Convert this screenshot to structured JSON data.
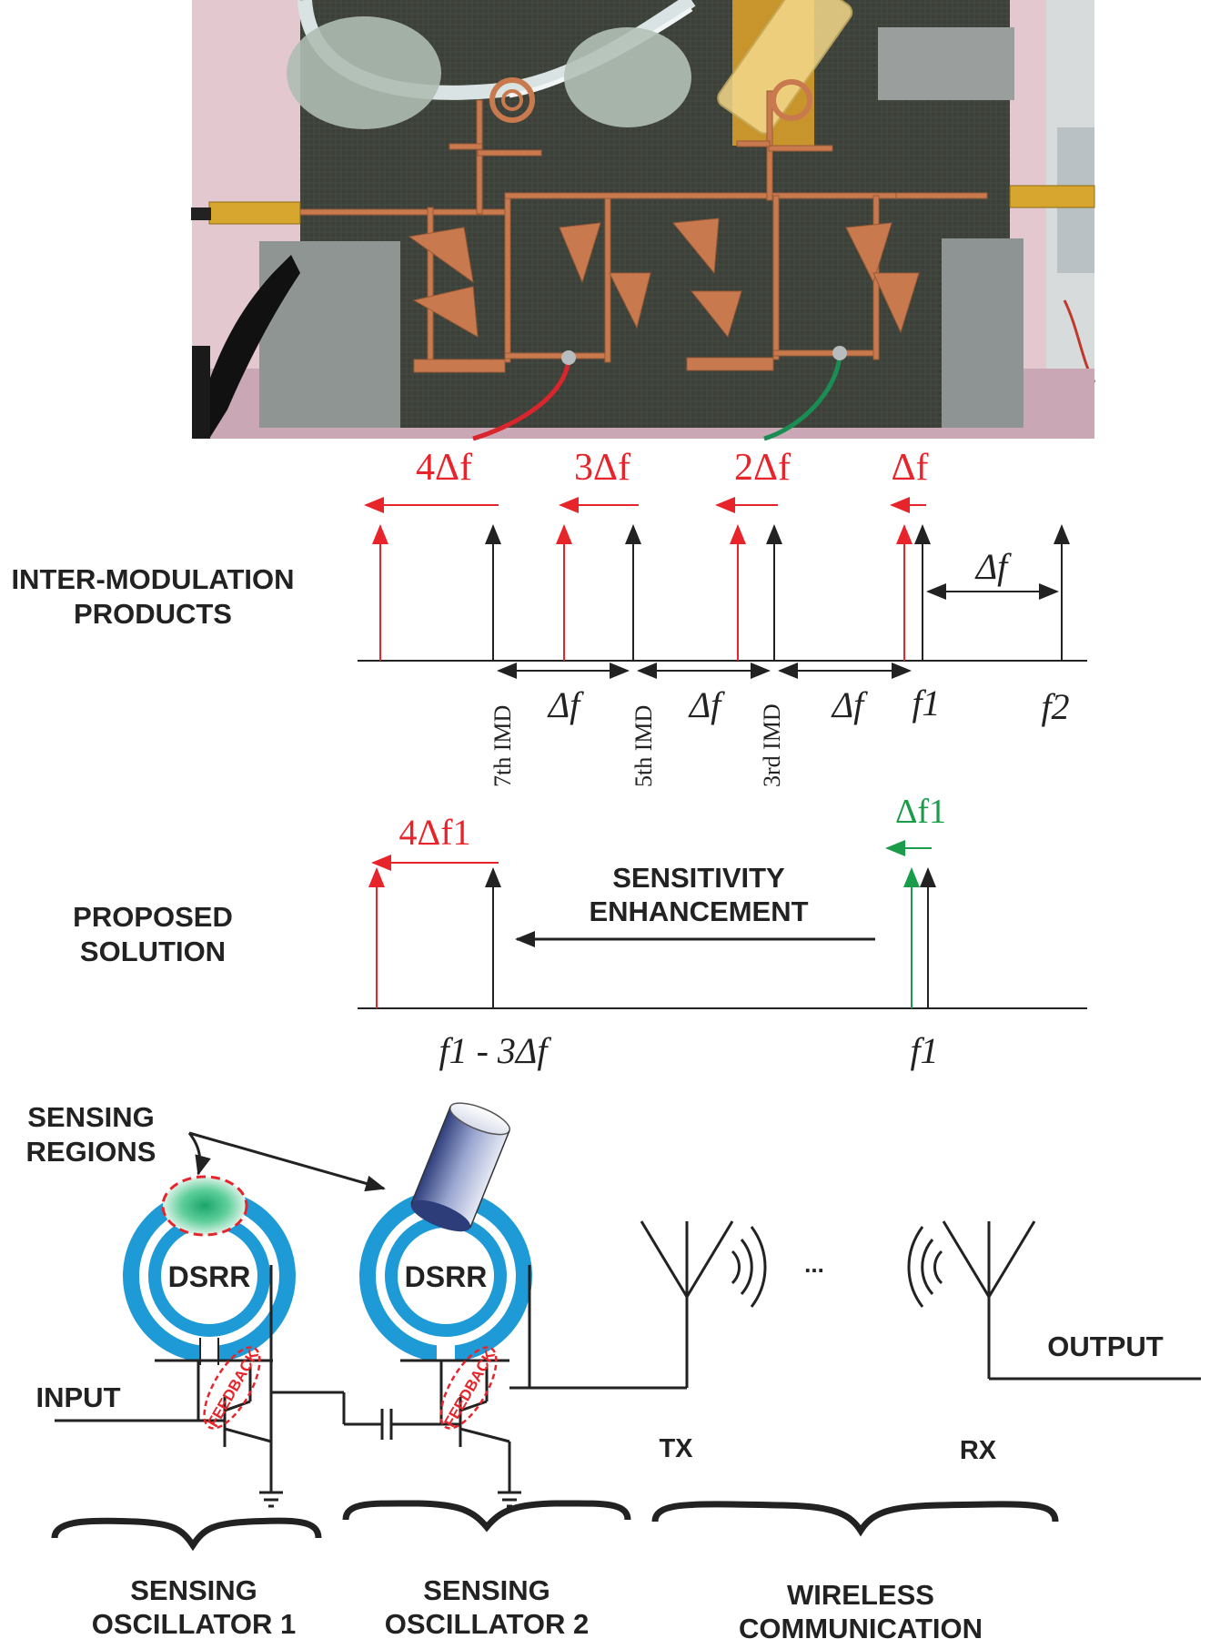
{
  "colors": {
    "red": "#e8242b",
    "green": "#1a9c4a",
    "black": "#222222",
    "ring_blue": "#1e9bd7",
    "board": "#3c4039",
    "copper": "#c87a4e"
  },
  "photo": {
    "description_icon": "fabricated-sensor-board-photo"
  },
  "imd": {
    "row_label_1": "INTER-MODULATION",
    "row_label_2": "PRODUCTS",
    "shift_4": "4Δf",
    "shift_3": "3Δf",
    "shift_2": "2Δf",
    "shift_1": "Δf",
    "delta_f": "Δf",
    "imd7": "7th IMD",
    "imd5": "5th IMD",
    "imd3": "3rd IMD",
    "f1": "f1",
    "f2": "f2"
  },
  "proposed": {
    "row_label_1": "PROPOSED",
    "row_label_2": "SOLUTION",
    "shift_red": "4Δf1",
    "shift_green": "Δf1",
    "enh_1": "SENSITIVITY",
    "enh_2": "ENHANCEMENT",
    "axis_left": "f1 - 3Δf",
    "axis_right": "f1"
  },
  "circuit": {
    "sensing_regions_1": "SENSING",
    "sensing_regions_2": "REGIONS",
    "dsrr": "DSRR",
    "feedback": "FEEDBACK",
    "input": "INPUT",
    "output": "OUTPUT",
    "tx": "TX",
    "rx": "RX",
    "dots": "...",
    "group1_1": "SENSING",
    "group1_2": "OSCILLATOR 1",
    "group2_1": "SENSING",
    "group2_2": "OSCILLATOR 2",
    "group3_1": "WIRELESS",
    "group3_2": "COMMUNICATION"
  }
}
